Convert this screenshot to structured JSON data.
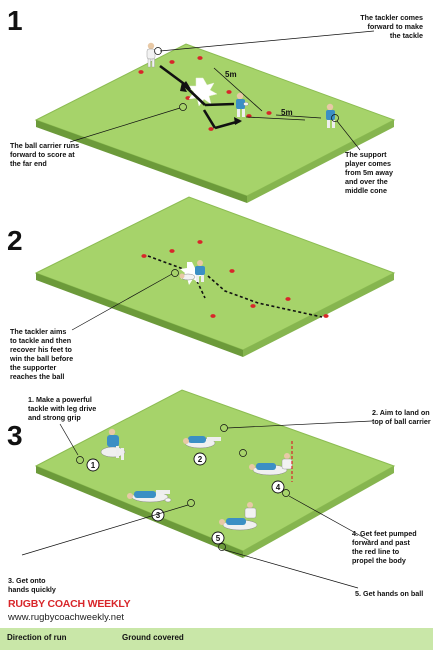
{
  "panels": [
    {
      "number": "1",
      "notes": {
        "tackler": [
          "The tackler comes",
          "forward to make",
          "the tackle"
        ],
        "carrier": [
          "The ball carrier runs",
          "forward to score at",
          "the far end"
        ],
        "support": [
          "The support",
          "player comes",
          "from 5m away",
          "and over the",
          "middle cone"
        ]
      },
      "distances": [
        "5m",
        "5m"
      ]
    },
    {
      "number": "2",
      "notes": {
        "tackler": [
          "The tackler aims",
          "to tackle and then",
          "recover his feet to",
          "win the ball before",
          "the supporter",
          "reaches the ball"
        ]
      }
    },
    {
      "number": "3",
      "notes": {
        "n1": [
          "1. Make a powerful",
          "tackle with leg drive",
          "and strong grip"
        ],
        "n2": [
          "2. Aim to land on",
          "top of ball carrier"
        ],
        "n3": [
          "3. Get onto",
          "hands quickly"
        ],
        "n4": [
          "4. Get feet pumped",
          "forward and past",
          "the red line to",
          "propel the body"
        ],
        "n5": [
          "5. Get hands on ball"
        ]
      },
      "markers": [
        "1",
        "2",
        "3",
        "4",
        "5"
      ]
    }
  ],
  "branding": {
    "brand": "RUGBY COACH WEEKLY",
    "site": "www.rugbycoachweekly.net"
  },
  "legend": {
    "run_label": "Direction of run",
    "ground_label": "Ground covered"
  },
  "colors": {
    "pitch": "#a6d36a",
    "pitch_edge": "#6c9a3a",
    "cone": "#d8262a",
    "player_shirt": "#3b8fc4",
    "brand": "#d8262a",
    "legend_bar": "#c9e7a8"
  }
}
